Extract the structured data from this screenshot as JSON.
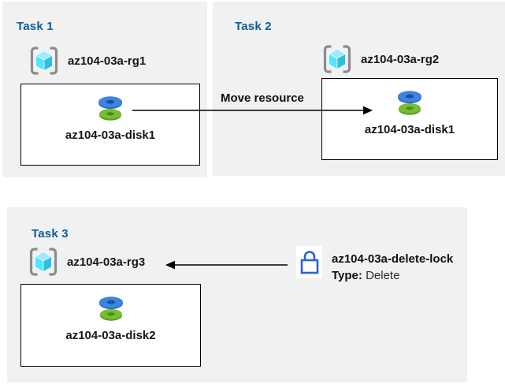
{
  "diagram": {
    "move_label": "Move resource",
    "tasks": [
      {
        "title": "Task 1",
        "resource_group": "az104-03a-rg1",
        "disk": "az104-03a-disk1"
      },
      {
        "title": "Task 2",
        "resource_group": "az104-03a-rg2",
        "disk": "az104-03a-disk1"
      },
      {
        "title": "Task 3",
        "resource_group": "az104-03a-rg3",
        "disk": "az104-03a-disk2",
        "lock_name": "az104-03a-delete-lock",
        "lock_type_label": "Type:",
        "lock_type_value": "Delete"
      }
    ],
    "icons": {
      "resource_group": "azure-resource-group-icon",
      "disk": "azure-disk-icon",
      "lock": "lock-icon",
      "arrow_right": "arrow-right",
      "arrow_left": "arrow-left"
    },
    "colors": {
      "task_title": "#0f5c97",
      "panel_bg": "#f1f1f2",
      "box_bg": "#ffffff",
      "box_border": "#000000",
      "arrow": "#000000",
      "lock_blue": "#2a63d4",
      "disk_blue": "#3d84df",
      "disk_green": "#79bd31",
      "cube_cyan": "#50e6ff",
      "cube_cyan_light": "#9cebff",
      "cube_cyan_dark": "#32bedd",
      "bracket_gray": "#8c8c8c"
    }
  }
}
